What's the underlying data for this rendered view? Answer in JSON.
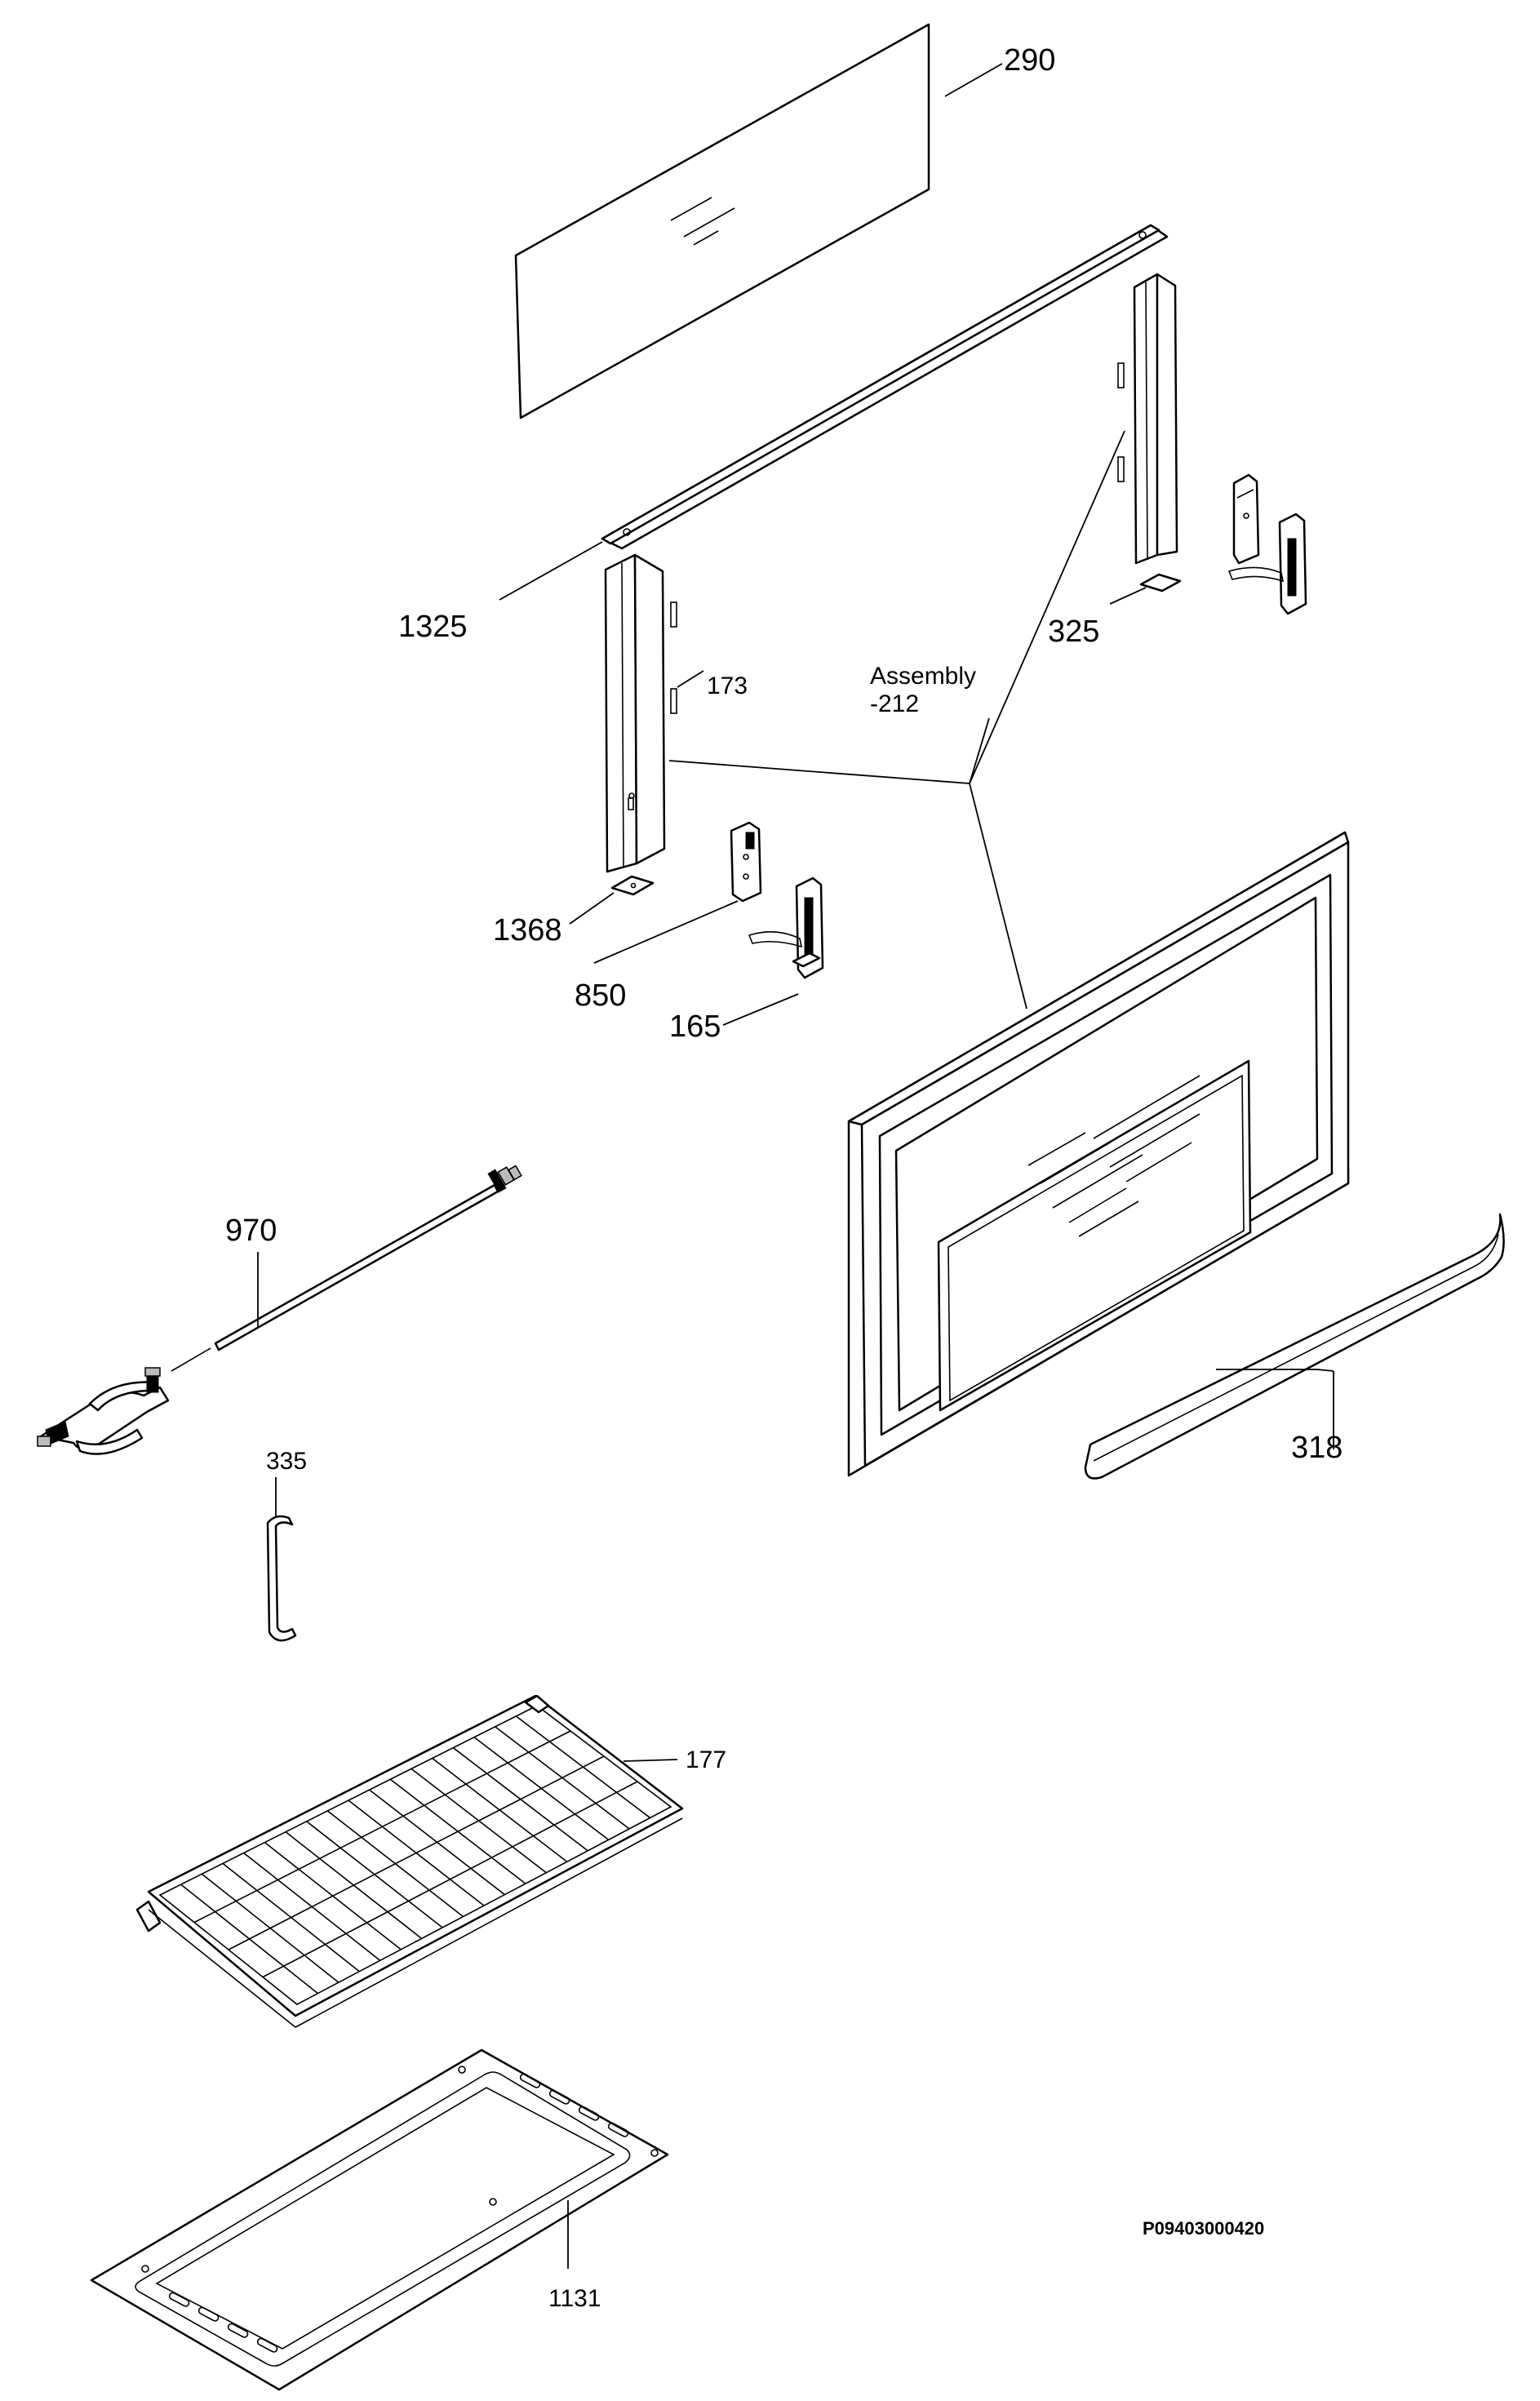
{
  "labels": {
    "p290": "290",
    "p1325": "1325",
    "p325": "325",
    "p173": "173",
    "assembly_line1": "Assembly",
    "assembly_line2": "-212",
    "p1368": "1368",
    "p850": "850",
    "p165": "165",
    "p970": "970",
    "p318": "318",
    "p335": "335",
    "p177": "177",
    "p1131": "1131",
    "drawing_code": "P09403000420"
  }
}
